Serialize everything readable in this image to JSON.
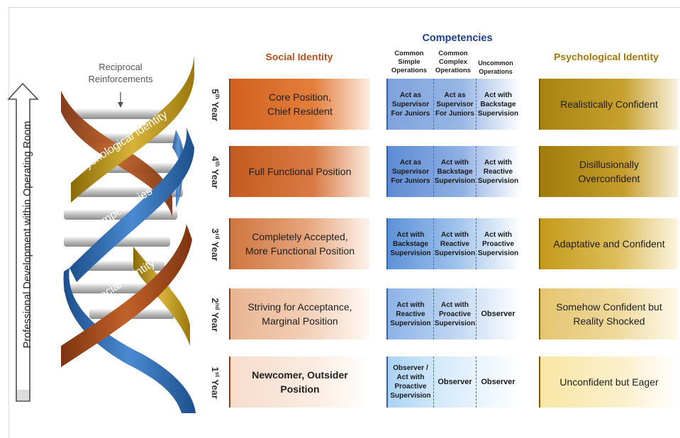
{
  "axis_label": "Professional Development within Operating Room",
  "helix": {
    "annotation_line1": "Reciprocal",
    "annotation_line2": "Reinforcements",
    "strand_psychological": "Psychological Identity",
    "strand_competencies": "Competencies",
    "strand_social": "Social Identity",
    "colors": {
      "psychological": "#c8a11e",
      "competencies": "#2f6db0",
      "social": "#b4531c"
    }
  },
  "headers": {
    "social": "Social Identity",
    "competencies": "Competencies",
    "psychological": "Psychological Identity",
    "sub_common_simple": [
      "Common",
      "Simple",
      "Operations"
    ],
    "sub_common_complex": [
      "Common",
      "Complex",
      "Operations"
    ],
    "sub_uncommon": [
      "Uncommon",
      "Operations"
    ]
  },
  "rows": [
    {
      "year_num": "5",
      "year_sup": "th",
      "year_word": "Year",
      "social": [
        "Core Position,",
        "Chief Resident"
      ],
      "cells": [
        [
          "Act as",
          "Supervisor",
          "For Juniors"
        ],
        [
          "Act as",
          "Supervisor",
          "For Juniors"
        ],
        [
          "Act with",
          "Backstage",
          "Supervision"
        ]
      ],
      "psychological": [
        "Realistically Confident"
      ]
    },
    {
      "year_num": "4",
      "year_sup": "th",
      "year_word": "Year",
      "social": [
        "Full Functional Position"
      ],
      "cells": [
        [
          "Act as",
          "Supervisor",
          "For Juniors"
        ],
        [
          "Act with",
          "Backstage",
          "Supervision"
        ],
        [
          "Act with",
          "Reactive",
          "Supervision"
        ]
      ],
      "psychological": [
        "Disillusionally",
        "Overconfident"
      ]
    },
    {
      "year_num": "3",
      "year_sup": "rd",
      "year_word": "Year",
      "social": [
        "Completely Accepted,",
        "More Functional Position"
      ],
      "cells": [
        [
          "Act with",
          "Backstage",
          "Supervision"
        ],
        [
          "Act with",
          "Reactive",
          "Supervision"
        ],
        [
          "Act with",
          "Proactive",
          "Supervision"
        ]
      ],
      "psychological": [
        "Adaptative and Confident"
      ]
    },
    {
      "year_num": "2",
      "year_sup": "nd",
      "year_word": "Year",
      "social": [
        "Striving for Acceptance,",
        "Marginal Position"
      ],
      "cells": [
        [
          "Act with",
          "Reactive",
          "Supervision"
        ],
        [
          "Act with",
          "Proactive",
          "Supervision"
        ],
        [
          "Observer"
        ]
      ],
      "psychological": [
        "Somehow Confident but",
        "Reality Shocked"
      ]
    },
    {
      "year_num": "1",
      "year_sup": "st",
      "year_word": "Year",
      "social": [
        "Newcomer, Outsider",
        "Position"
      ],
      "cells": [
        [
          "Observer /",
          "Act with",
          "Proactive",
          "Supervision"
        ],
        [
          "Observer"
        ],
        [
          "Observer"
        ]
      ],
      "psychological": [
        "Unconfident but Eager"
      ]
    }
  ]
}
